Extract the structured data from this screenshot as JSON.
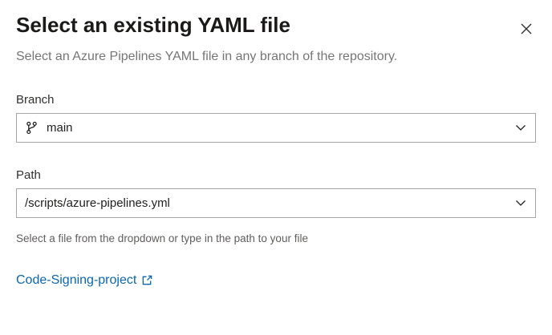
{
  "dialog": {
    "title": "Select an existing YAML file",
    "subtitle": "Select an Azure Pipelines YAML file in any branch of the repository."
  },
  "branch": {
    "label": "Branch",
    "value": "main"
  },
  "path": {
    "label": "Path",
    "value": "/scripts/azure-pipelines.yml",
    "helper": "Select a file from the dropdown or type in the path to your file"
  },
  "repo_link": {
    "label": "Code-Signing-project"
  },
  "icons": {
    "close": "close-icon",
    "branch": "git-branch-icon",
    "chevron": "chevron-down-icon",
    "external": "external-link-icon"
  },
  "colors": {
    "accent": "#0a66b2",
    "title_text": "#1b1a19",
    "body_text": "#201f1e",
    "secondary_text": "#767676",
    "helper_text": "#605e5c",
    "input_border": "#a6a6a6",
    "background": "#ffffff"
  }
}
